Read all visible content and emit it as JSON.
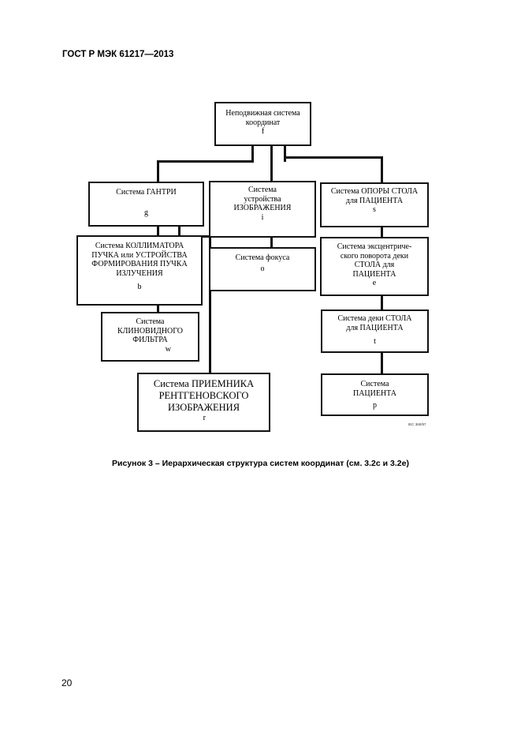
{
  "header": {
    "doc_title": "ГОСТ Р МЭК 61217—2013"
  },
  "diagram": {
    "nodes": {
      "f": {
        "label": "Неподвижная система\nкоординат",
        "code": "f"
      },
      "g": {
        "label": "Система ГАНТРИ",
        "code": "g"
      },
      "i": {
        "label": "Система\nустройства\nИЗОБРАЖЕНИЯ",
        "code": "i"
      },
      "s": {
        "label": "Система ОПОРЫ  СТОЛА\nдля ПАЦИЕНТА",
        "code": "s"
      },
      "b": {
        "label": "Система КОЛЛИМАТОРА\nПУЧКА или УСТРОЙСТВА\nФОРМИРОВАНИЯ ПУЧКА\nИЗЛУЧЕНИЯ",
        "code": "b"
      },
      "o": {
        "label": "Система фокуса",
        "code": "o"
      },
      "e": {
        "label": "Система эксцентриче-\nского поворота деки\nСТОЛА для\nПАЦИЕНТА",
        "code": "e"
      },
      "w": {
        "label": "Система\nКЛИНОВИДНОГО\nФИЛЬТРА",
        "code": "w"
      },
      "t": {
        "label": "Система деки  СТОЛА\nдля ПАЦИЕНТА",
        "code": "t"
      },
      "r": {
        "label": "Система ПРИЕМНИКА\nРЕНТГЕНОВСКОГО\nИЗОБРАЖЕНИЯ",
        "code": "r"
      },
      "p": {
        "label": "Система\nПАЦИЕНТА",
        "code": "p"
      }
    },
    "figure_code": "IEC   360/97"
  },
  "caption": "Рисунок 3 – Иерархическая структура систем координат (см. 3.2с и 3.2е)",
  "page_number": "20"
}
